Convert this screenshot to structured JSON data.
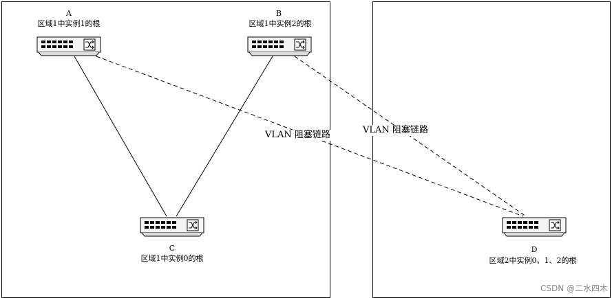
{
  "nodes": {
    "A": {
      "letter": "A",
      "desc": "区域1中实例1的根"
    },
    "B": {
      "letter": "B",
      "desc": "区域1中实例2的根"
    },
    "C": {
      "letter": "C",
      "desc": "区域1中实例0的根"
    },
    "D": {
      "letter": "D",
      "desc": "区域2中实例0、1、2的根"
    }
  },
  "links": {
    "blocked_label_1": "VLAN 阻塞链路",
    "blocked_label_2": "VLAN 阻塞链路"
  },
  "watermark": "CSDN @二水四木",
  "colors": {
    "line": "#000000",
    "switch_fill": "#f4f4f4"
  }
}
